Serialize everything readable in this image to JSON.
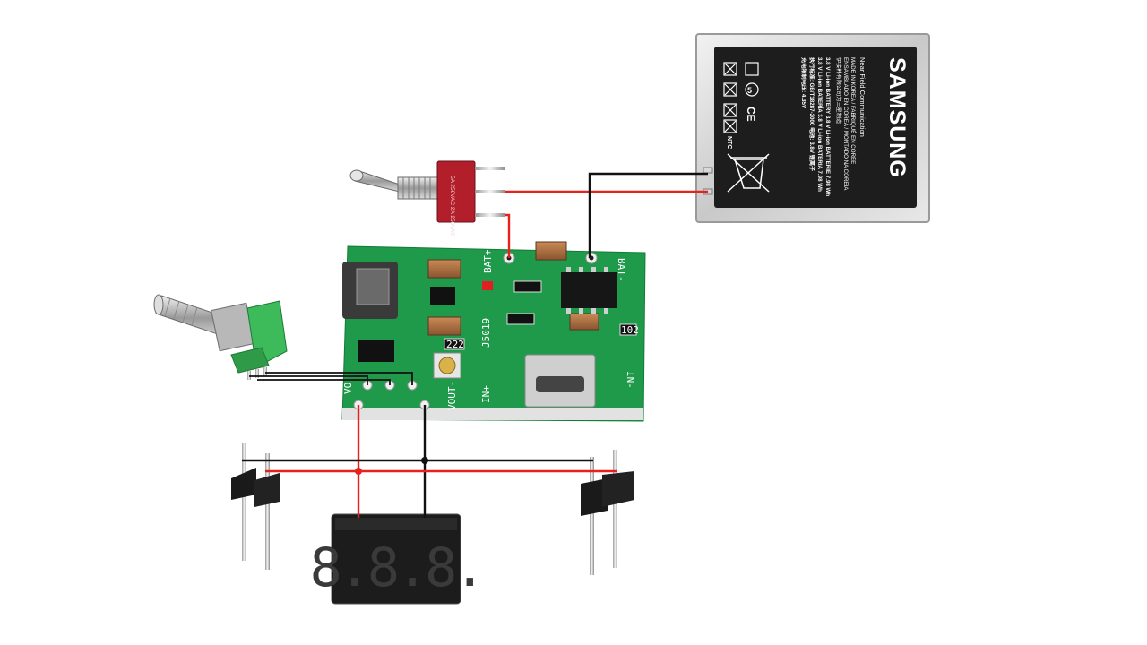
{
  "battery": {
    "brand": "SAMSUNG",
    "nfc": "Near Field Communication",
    "made_in": "MADE IN KOREA / FABRIQUÉ EN CORÉE",
    "ensamblado": "ENSAMBLADO EN COREA / MONTADO NA COREIA",
    "chinese_line": "伊接韩有限公司为三星制造",
    "spec1": "3.8 V Li-ion BATTERY 3.8 V Li-ion BATTERIE 7.98 Wh",
    "spec2": "3.8 V Li-ion BATERÍA 3.8 V Li-ion BATERIA 7.98 Wh",
    "spec3": "执行标准: GB/T18287-2000 电池: 3.8V 锂离子",
    "spec4": "充电限制电压: 4.35V",
    "cert_mark": "CE",
    "ntc_label": "NTC",
    "num_five": "5"
  },
  "pcb": {
    "labels": {
      "bat_plus": "BAT+",
      "bat_minus": "BAT-",
      "in_plus": "IN+",
      "in_minus": "IN-",
      "vout": "VOUT-",
      "vo": "VO",
      "model": "J5019",
      "r1": "222",
      "r2": "102"
    }
  },
  "voltmeter": {
    "display": "8.8.8."
  },
  "switch": {
    "rating": "5A 250VAC 2A 250VAC"
  },
  "colors": {
    "wire_red": "#e8211c",
    "wire_black": "#111111",
    "pcb_green": "#1f9a4a",
    "led_red": "#e02020"
  }
}
